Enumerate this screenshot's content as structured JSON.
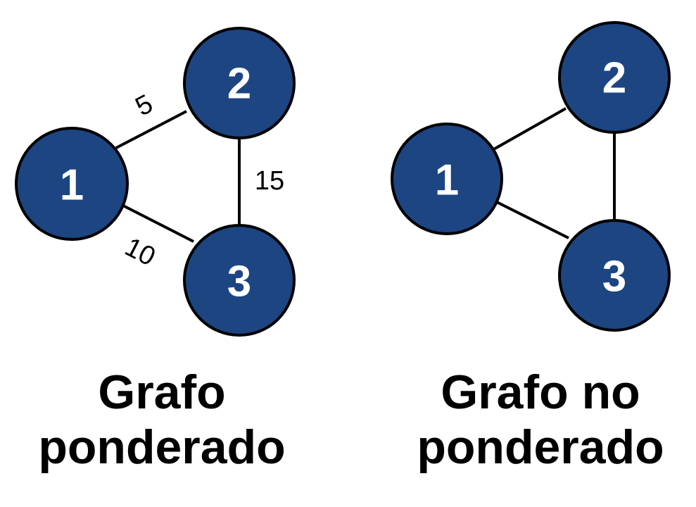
{
  "colors": {
    "node_fill": "#1c4582",
    "node_stroke": "#000000",
    "edge": "#000000",
    "label": "#ffffff",
    "text": "#000000"
  },
  "weighted_graph": {
    "caption_line1": "Grafo",
    "caption_line2": "ponderado",
    "nodes": [
      "1",
      "2",
      "3"
    ],
    "edges": [
      {
        "from": "1",
        "to": "2",
        "weight": "5"
      },
      {
        "from": "2",
        "to": "3",
        "weight": "15"
      },
      {
        "from": "1",
        "to": "3",
        "weight": "10"
      }
    ]
  },
  "unweighted_graph": {
    "caption_line1": "Grafo no",
    "caption_line2": "ponderado",
    "nodes": [
      "1",
      "2",
      "3"
    ],
    "edges": [
      {
        "from": "1",
        "to": "2"
      },
      {
        "from": "2",
        "to": "3"
      },
      {
        "from": "1",
        "to": "3"
      }
    ]
  }
}
